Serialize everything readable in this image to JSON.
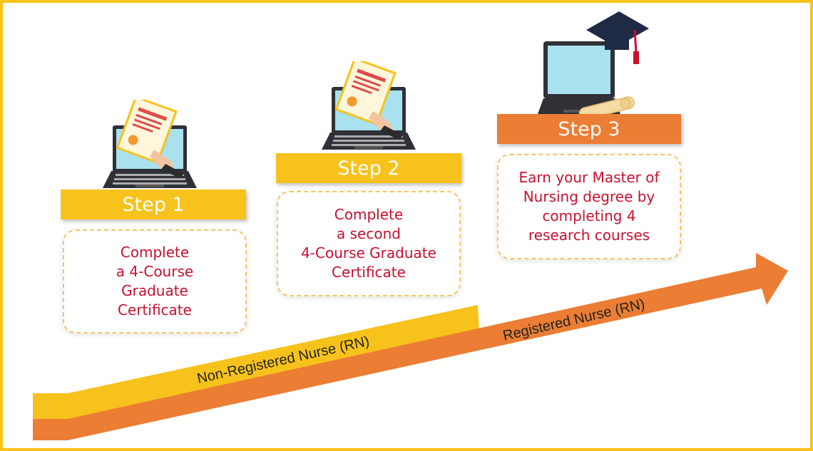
{
  "colors": {
    "border": "#f7c21b",
    "yellow": "#f7c21b",
    "orange": "#eb7d34",
    "card_border": "#f6c566",
    "step_text": "#c8102e",
    "step3_text": "#c8102e",
    "screen": "#a9e1ee",
    "laptop": "#2f3136",
    "cap": "#1f2a44",
    "tassel": "#c8102e"
  },
  "steps": [
    {
      "label": "Step 1",
      "text": "Complete\na 4-Course\nGraduate\nCertificate",
      "icon": "laptop-certificate-icon"
    },
    {
      "label": "Step 2",
      "text": "Complete\na second\n4-Course Graduate\nCertificate",
      "icon": "laptop-certificate-icon"
    },
    {
      "label": "Step 3",
      "text": "Earn your Master of\nNursing degree by\ncompleting 4\nresearch courses",
      "icon": "laptop-graduation-cap-icon"
    }
  ],
  "tracks": {
    "non_rn": "Non-Registered Nurse (RN)",
    "rn": "Registered Nurse (RN)"
  }
}
